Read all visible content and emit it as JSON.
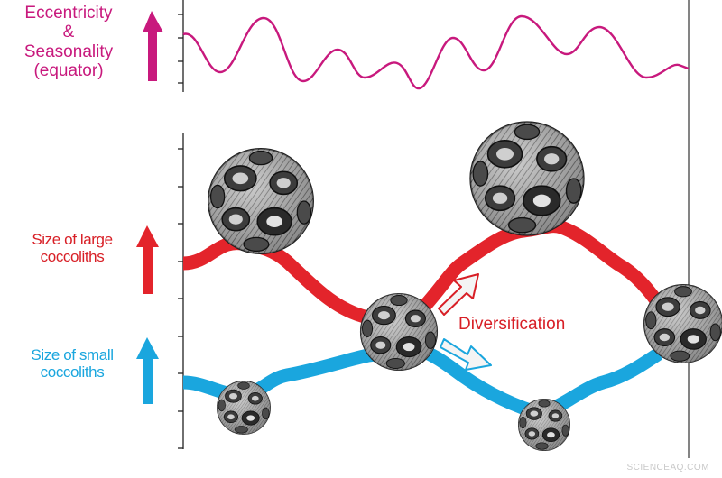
{
  "labels": {
    "eccentricity": [
      "Eccentricity",
      "&",
      "Seasonality",
      "(equator)"
    ],
    "large": [
      "Size of large",
      "coccoliths"
    ],
    "small": [
      "Size of small",
      "coccoliths"
    ],
    "diversification": "Diversification",
    "watermark": "SCIENCEAQ.COM"
  },
  "colors": {
    "eccentricity": "#c8197d",
    "large": "#e3242b",
    "small": "#1aa6de",
    "axis": "#222222",
    "coccolith_fill": "#8c8c8c",
    "coccolith_dark": "#2b2b2b"
  },
  "icons": [
    "up-arrow-icon",
    "coccolith-icon",
    "diversification-arrow-icon"
  ]
}
